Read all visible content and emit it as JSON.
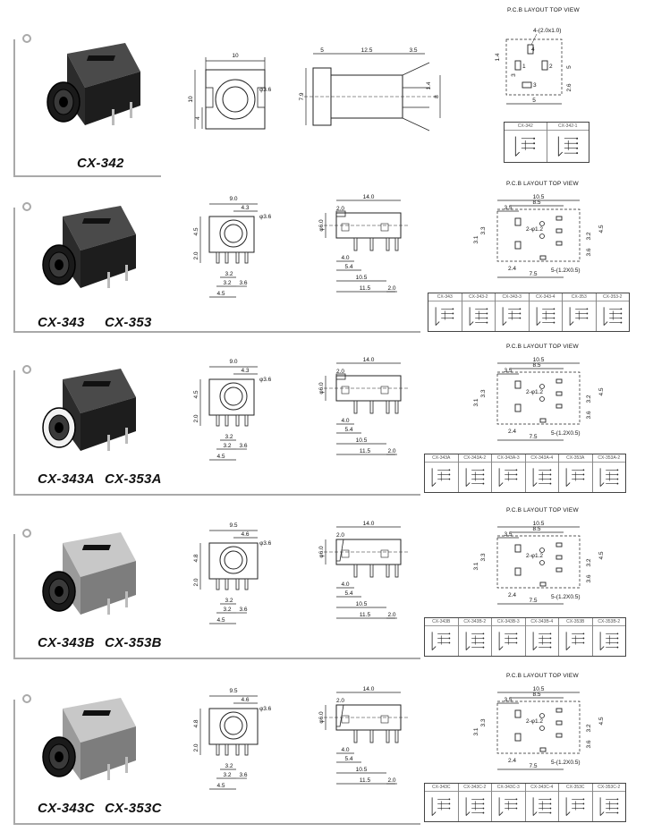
{
  "sections": [
    {
      "id": "cx342",
      "models": [
        "CX-342"
      ],
      "pcb_title": "P.C.B LAYOUT    TOP VIEW",
      "front_dims": [
        "10",
        "10",
        "4",
        "φ3.6"
      ],
      "side_dims": [
        "5",
        "12.5",
        "3.5",
        "7.9",
        "1.4",
        "8"
      ],
      "pcb_dims": [
        "4-(2.0x1.0)",
        "1.4",
        "3",
        "5",
        "5",
        "2.6",
        "4",
        "1",
        "2",
        "3"
      ],
      "schematic_labels": [
        "CX-342",
        "CX-342-1"
      ]
    },
    {
      "id": "cx343",
      "models": [
        "CX-343",
        "CX-353"
      ],
      "pcb_title": "P.C.B LAYOUT    TOP VIEW",
      "front_dims": [
        "9.0",
        "4.3",
        "φ3.6",
        "4.5",
        "2.0",
        "3.2",
        "3.2",
        "3.6",
        "4.5"
      ],
      "side_dims": [
        "14.0",
        "2.0",
        "φ6.0",
        "4.0",
        "5.4",
        "10.5",
        "11.5",
        "2.0"
      ],
      "pcb_dims": [
        "10.5",
        "8.5",
        "3.5",
        "2-φ1.2",
        "3.3",
        "3.1",
        "2.4",
        "7.5",
        "5-(1.2X0.5)",
        "4.5",
        "3.2",
        "3.6"
      ],
      "schematic_labels": [
        "CX-343",
        "CX-343-2",
        "CX-343-3",
        "CX-343-4",
        "CX-353",
        "CX-353-2"
      ]
    },
    {
      "id": "cx343a",
      "models": [
        "CX-343A",
        "CX-353A"
      ],
      "pcb_title": "P.C.B LAYOUT    TOP VIEW",
      "front_dims": [
        "9.0",
        "4.3",
        "φ3.6",
        "4.5",
        "2.0",
        "3.2",
        "3.2",
        "3.6",
        "4.5"
      ],
      "side_dims": [
        "14.0",
        "2.0",
        "φ6.0",
        "4.0",
        "5.4",
        "10.5",
        "11.5",
        "2.0"
      ],
      "pcb_dims": [
        "10.5",
        "8.5",
        "3.5",
        "2-φ1.2",
        "3.3",
        "3.1",
        "2.4",
        "7.5",
        "5-(1.2X0.5)",
        "4.5",
        "3.2",
        "3.6"
      ],
      "schematic_labels": [
        "CX-343A",
        "CX-343A-2",
        "CX-343A-3",
        "CX-343A-4",
        "CX-353A",
        "CX-353A-2"
      ]
    },
    {
      "id": "cx343b",
      "models": [
        "CX-343B",
        "CX-353B"
      ],
      "pcb_title": "P.C.B LAYOUT    TOP VIEW",
      "front_dims": [
        "9.5",
        "4.6",
        "φ3.6",
        "4.8",
        "2.0",
        "3.2",
        "3.2",
        "3.6",
        "4.5"
      ],
      "side_dims": [
        "14.0",
        "2.0",
        "φ6.0",
        "4.0",
        "5.4",
        "10.5",
        "11.5",
        "2.0"
      ],
      "pcb_dims": [
        "10.5",
        "8.5",
        "3.5",
        "2-φ1.2",
        "3.3",
        "3.1",
        "2.4",
        "7.5",
        "5-(1.2X0.5)",
        "4.5",
        "3.2",
        "3.6"
      ],
      "schematic_labels": [
        "CX-343B",
        "CX-343B-2",
        "CX-343B-3",
        "CX-343B-4",
        "CX-353B",
        "CX-353B-2"
      ]
    },
    {
      "id": "cx343c",
      "models": [
        "CX-343C",
        "CX-353C"
      ],
      "pcb_title": "P.C.B LAYOUT    TOP VIEW",
      "front_dims": [
        "9.5",
        "4.6",
        "φ3.6",
        "4.8",
        "2.0",
        "3.2",
        "3.2",
        "3.6",
        "4.5"
      ],
      "side_dims": [
        "14.0",
        "2.0",
        "φ6.0",
        "4.0",
        "5.4",
        "10.5",
        "11.5",
        "2.0"
      ],
      "pcb_dims": [
        "10.5",
        "8.5",
        "3.5",
        "2-φ1.2",
        "3.3",
        "3.1",
        "2.4",
        "7.5",
        "5-(1.2X0.5)",
        "4.5",
        "3.2",
        "3.6"
      ],
      "schematic_labels": [
        "CX-343C",
        "CX-343C-2",
        "CX-343C-3",
        "CX-343C-4",
        "CX-353C",
        "CX-353C-2"
      ]
    }
  ]
}
